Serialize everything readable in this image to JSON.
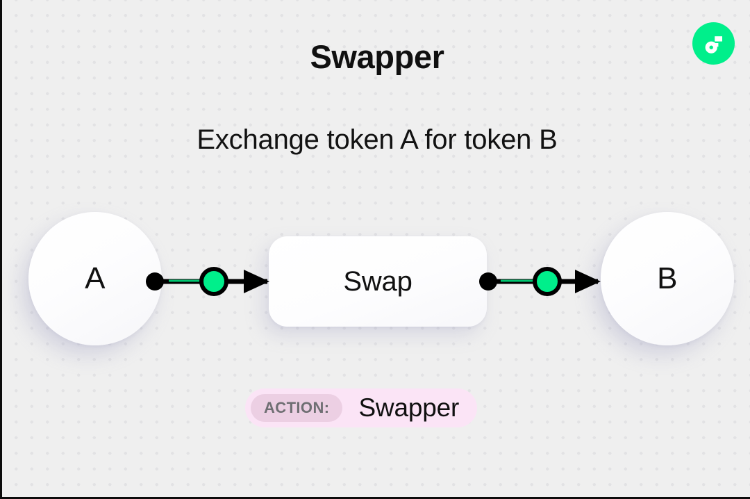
{
  "header": {
    "title": "Swapper",
    "subtitle": "Exchange token A for token B",
    "logo_name": "flow-logo"
  },
  "diagram": {
    "source_node": {
      "label": "A",
      "name": "token-a-node"
    },
    "process_node": {
      "label": "Swap",
      "name": "swap-process-node"
    },
    "target_node": {
      "label": "B",
      "name": "token-b-node"
    },
    "connectors": [
      {
        "name": "connector-a-to-swap",
        "from": "A",
        "to": "Swap"
      },
      {
        "name": "connector-swap-to-b",
        "from": "Swap",
        "to": "B"
      }
    ]
  },
  "action_badge": {
    "key_label": "ACTION:",
    "value_label": "Swapper"
  },
  "colors": {
    "background": "#efefef",
    "brand_green": "#00ef8b",
    "node_white": "#ffffff",
    "badge_background": "#fbe4f6",
    "badge_key_background": "#eccfe3",
    "badge_key_text": "#6e6e72",
    "connector_black": "#000000",
    "dot_grid": "#e2e2e4"
  }
}
